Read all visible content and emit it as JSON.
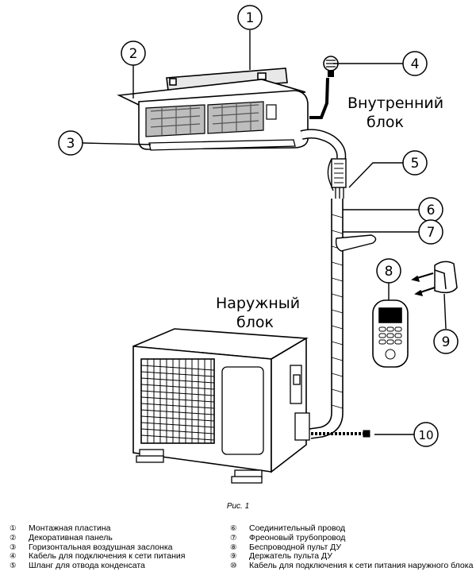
{
  "labels": {
    "indoor_line1": "Внутренний",
    "indoor_line2": "блок",
    "outdoor_line1": "Наружный",
    "outdoor_line2": "блок"
  },
  "callouts": [
    "1",
    "2",
    "3",
    "4",
    "5",
    "6",
    "7",
    "8",
    "9",
    "10"
  ],
  "caption": "Рис. 1",
  "legend": {
    "left": [
      {
        "num": "①",
        "text": "Монтажная пластина"
      },
      {
        "num": "②",
        "text": "Декоративная панель"
      },
      {
        "num": "③",
        "text": "Горизонтальная воздушная заслонка"
      },
      {
        "num": "④",
        "text": "Кабель для подключения к сети питания"
      },
      {
        "num": "⑤",
        "text": "Шланг для отвода конденсата"
      }
    ],
    "right": [
      {
        "num": "⑥",
        "text": "Соединительный провод"
      },
      {
        "num": "⑦",
        "text": "Фреоновый трубопровод"
      },
      {
        "num": "⑧",
        "text": "Беспроводной пульт ДУ"
      },
      {
        "num": "⑨",
        "text": "Держатель пульта ДУ"
      },
      {
        "num": "⑩",
        "text": "Кабель для подключения к сети питания наружного блока"
      }
    ]
  }
}
